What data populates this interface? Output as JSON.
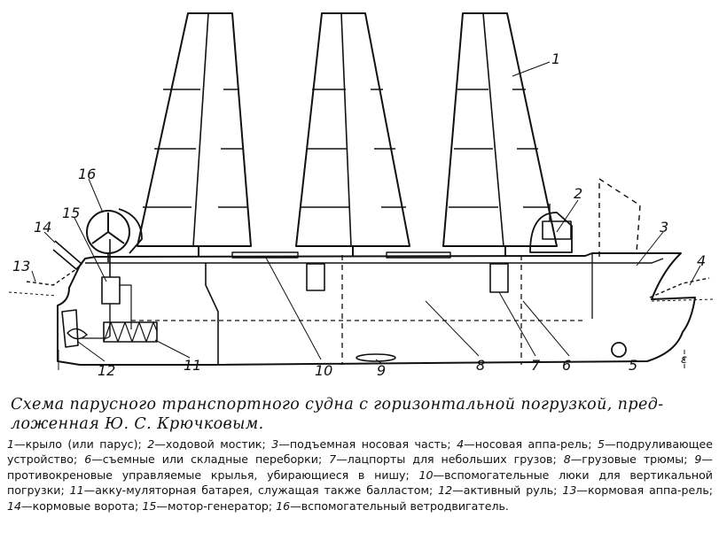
{
  "figure": {
    "labels": {
      "l1": "1",
      "l2": "2",
      "l3": "3",
      "l4": "4",
      "l5": "5",
      "l6": "6",
      "l7": "7",
      "l8": "8",
      "l9": "9",
      "l10": "10",
      "l11": "11",
      "l12": "12",
      "l13": "13",
      "l14": "14",
      "l15": "15",
      "l16": "16",
      "mark": "ɛ"
    }
  },
  "caption": "Схема парусного транспортного судна с горизонтальной погрузкой, пред-ложенная Ю. С. Крючковым.",
  "legend": [
    {
      "num": "1",
      "sep": "—",
      "text": "крыло (или парус); "
    },
    {
      "num": "2",
      "sep": "—",
      "text": "ходовой мостик; "
    },
    {
      "num": "3",
      "sep": "—",
      "text": "подъемная носовая часть; "
    },
    {
      "num": "4",
      "sep": "—",
      "text": "носовая аппа-рель; "
    },
    {
      "num": "5",
      "sep": "—",
      "text": "подруливающее устройство; "
    },
    {
      "num": "6",
      "sep": "—",
      "text": "съемные или складные переборки; "
    },
    {
      "num": "7",
      "sep": "—",
      "text": "лацпорты для небольших грузов; "
    },
    {
      "num": "8",
      "sep": "—",
      "text": "грузовые трюмы; "
    },
    {
      "num": "9",
      "sep": "—",
      "text": "противокреновые управляемые крылья, убирающиеся в нишу; "
    },
    {
      "num": "10",
      "sep": "—",
      "text": "вспомогательные люки для вертикальной погрузки; "
    },
    {
      "num": "11",
      "sep": "—",
      "text": "акку-муляторная батарея, служащая также балластом; "
    },
    {
      "num": "12",
      "sep": "—",
      "text": "активный руль; "
    },
    {
      "num": "13",
      "sep": "—",
      "text": "кормовая аппа-рель; "
    },
    {
      "num": "14",
      "sep": "—",
      "text": "кормовые ворота; "
    },
    {
      "num": "15",
      "sep": "—",
      "text": "мотор-генератор; "
    },
    {
      "num": "16",
      "sep": "—",
      "text": "вспомогательный ветродвигатель."
    }
  ]
}
